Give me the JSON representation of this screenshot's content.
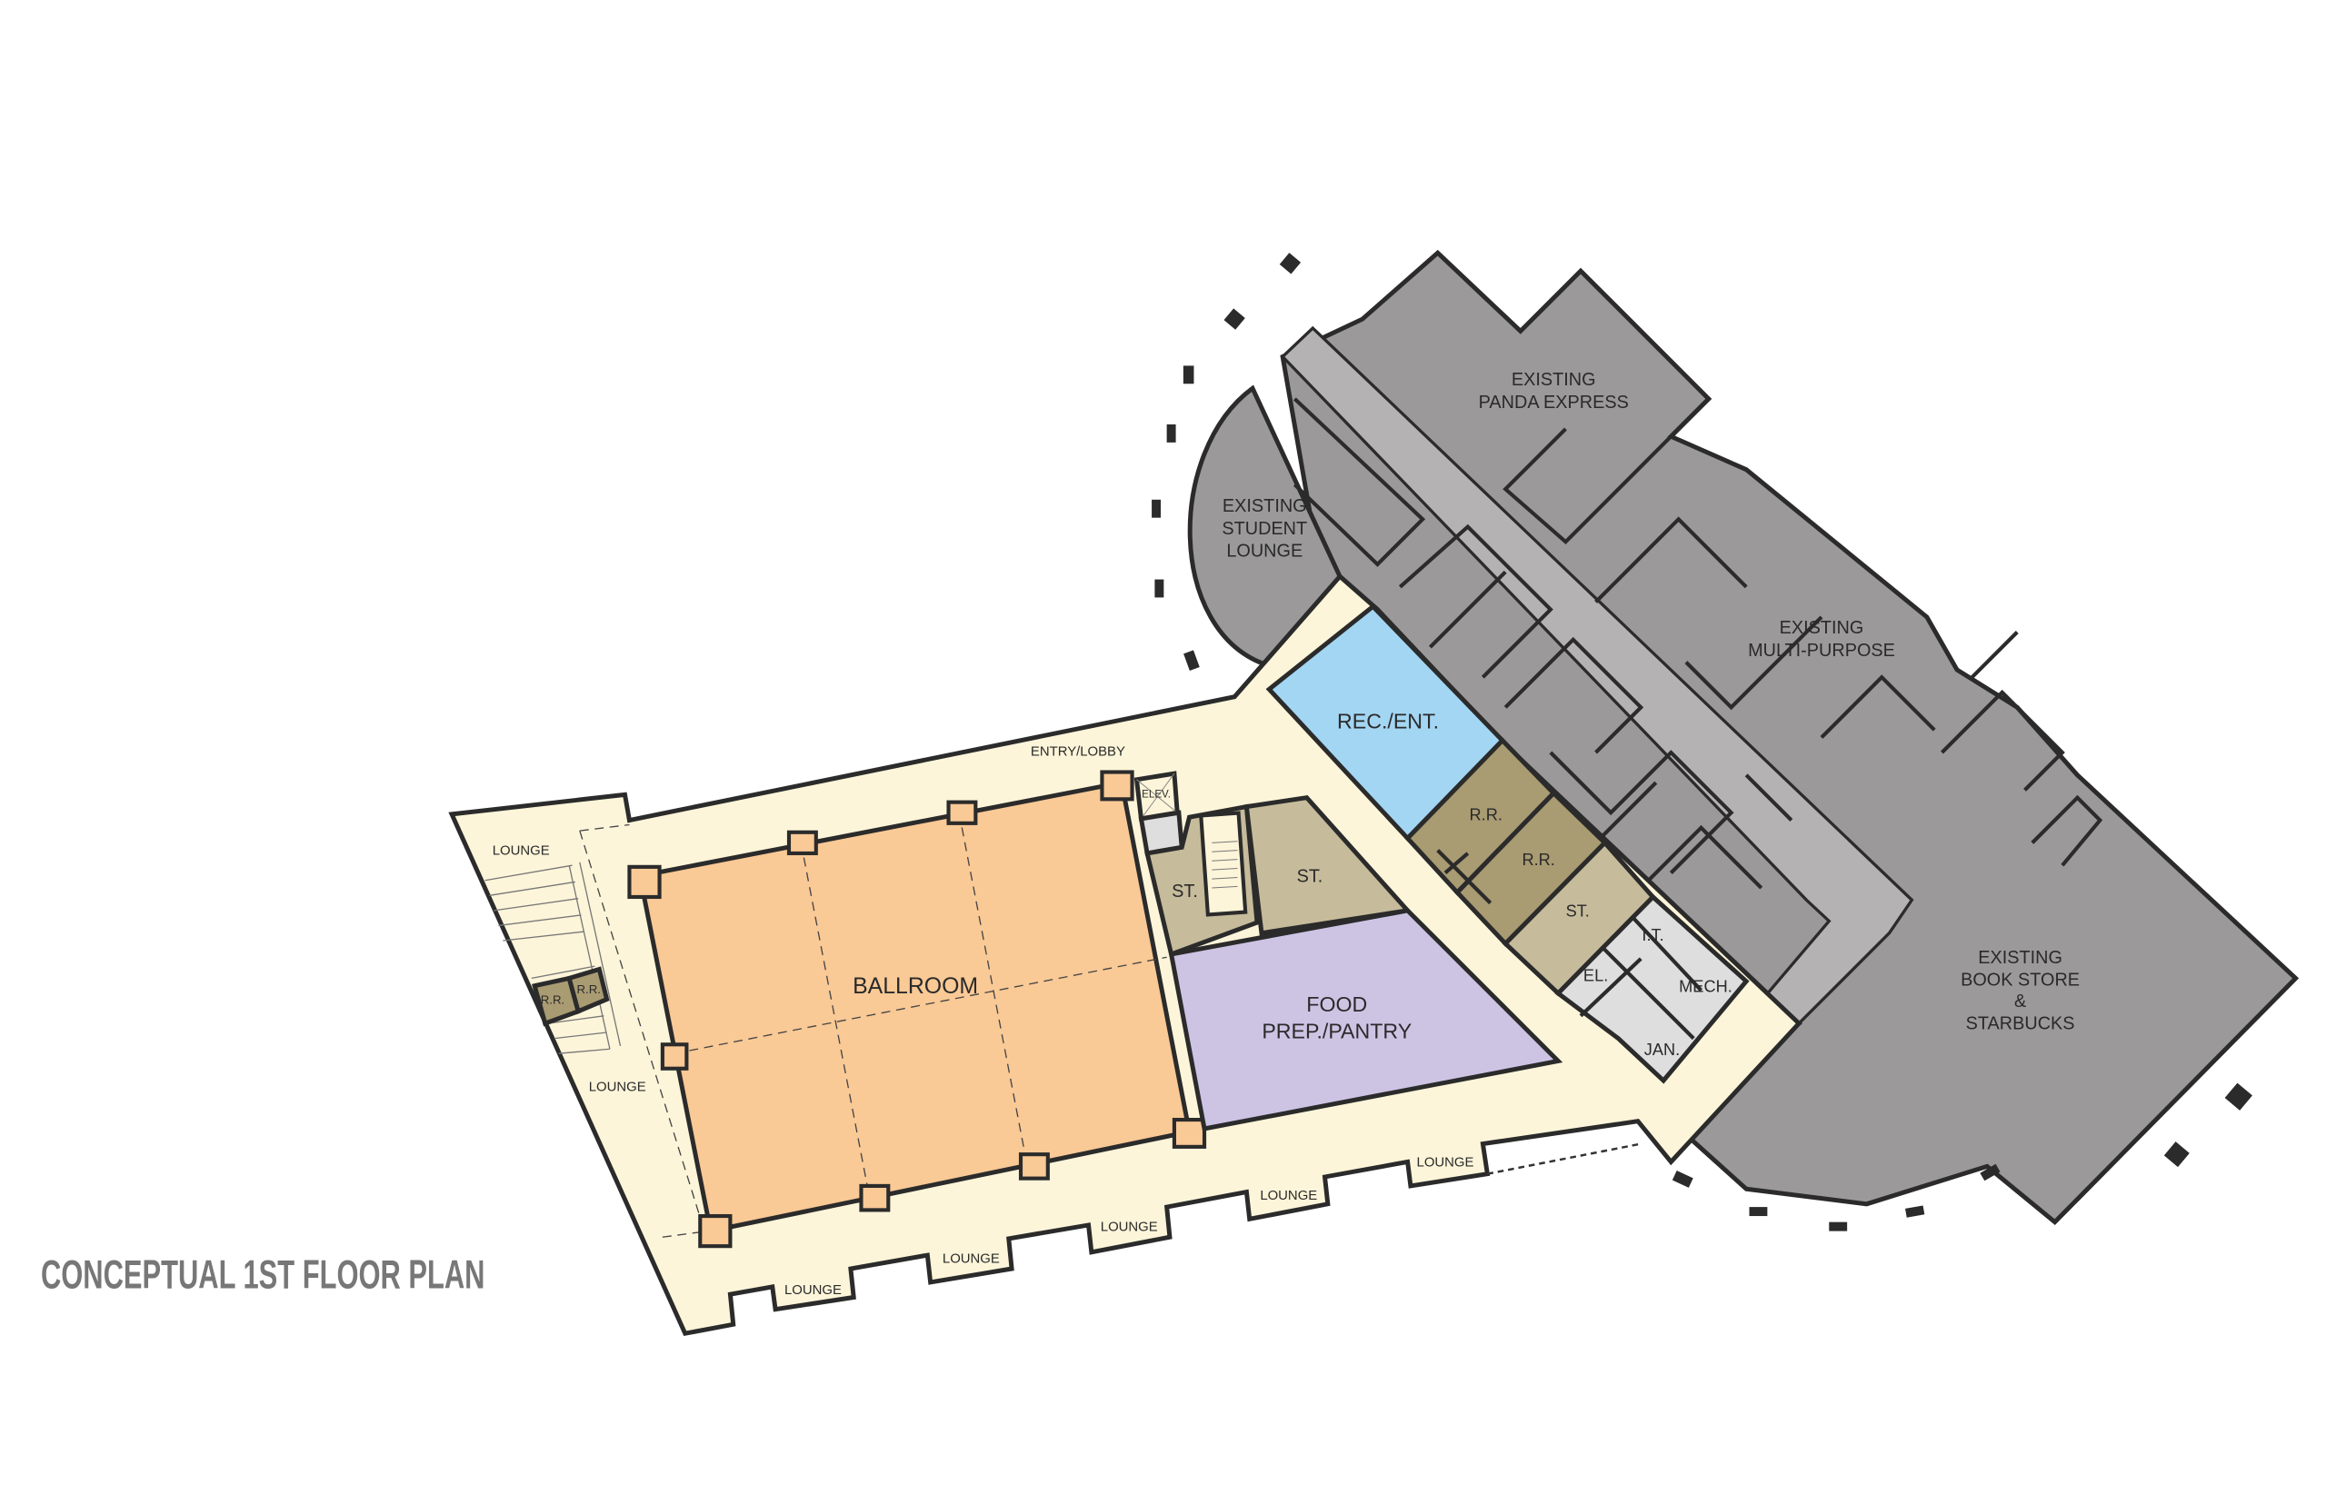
{
  "title": "CONCEPTUAL 1ST FLOOR PLAN",
  "colors": {
    "circulation": "#fdf5d9",
    "ballroom": "#f9c996",
    "food_prep": "#cdc4e4",
    "rec_ent": "#a3d6f3",
    "restroom": "#a99b72",
    "storage": "#c6bb9b",
    "service": "#dedede",
    "existing": "#9b999a",
    "existing_corridor": "#b5b2b3"
  },
  "rooms": {
    "ballroom": "BALLROOM",
    "food_prep_1": "FOOD",
    "food_prep_2": "PREP./PANTRY",
    "rec_ent": "REC./ENT.",
    "entry_lobby": "ENTRY/LOBBY",
    "elev": "ELEV.",
    "st_1": "ST.",
    "st_2": "ST.",
    "st_3": "ST.",
    "rr_1": "R.R.",
    "rr_2": "R.R.",
    "rr_small_1": "R.R.",
    "rr_small_2": "R.R.",
    "it": "I.T.",
    "el": "EL.",
    "mech": "MECH.",
    "jan": "JAN.",
    "lounges": [
      "LOUNGE",
      "LOUNGE",
      "LOUNGE",
      "LOUNGE",
      "LOUNGE",
      "LOUNGE",
      "LOUNGE"
    ]
  },
  "existing": {
    "panda": [
      "EXISTING",
      "PANDA EXPRESS"
    ],
    "student_lounge": [
      "EXISTING",
      "STUDENT",
      "LOUNGE"
    ],
    "multi_purpose": [
      "EXISTING",
      "MULTI-PURPOSE"
    ],
    "book_store": [
      "EXISTING",
      "BOOK STORE",
      "&",
      "STARBUCKS"
    ]
  }
}
